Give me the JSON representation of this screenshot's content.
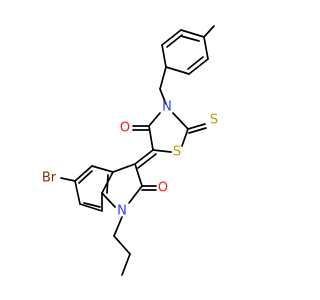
{
  "molecule": {
    "atoms": {
      "S1": "S",
      "S2": "S",
      "N1": "N",
      "N2": "N",
      "O1": "O",
      "O2": "O",
      "Br": "Br"
    },
    "colors": {
      "bond": "#000000",
      "S": "#b3a200",
      "N": "#2f3cff",
      "O": "#ff1a1a",
      "Br": "#8b2b12"
    }
  }
}
